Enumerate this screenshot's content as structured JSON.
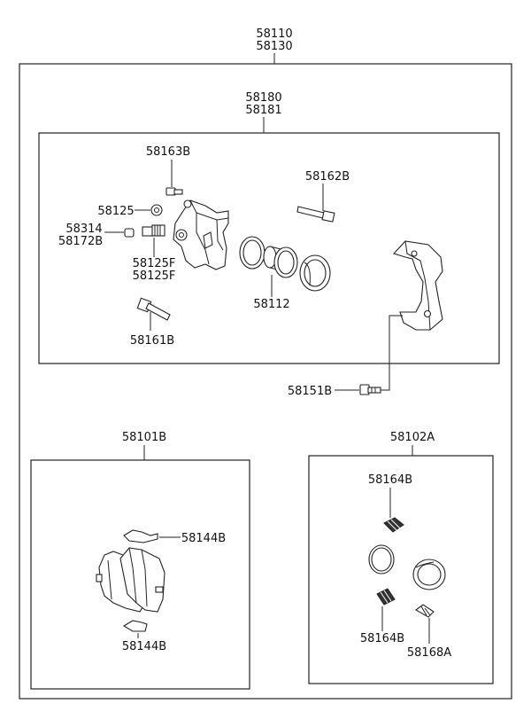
{
  "labels": {
    "assembly_a": "58110",
    "assembly_b": "58130",
    "caliper_a": "58180",
    "caliper_b": "58181",
    "p58163B": "58163B",
    "p58162B": "58162B",
    "p58125": "58125",
    "p58314": "58314",
    "p58172B": "58172B",
    "p58125F_a": "58125F",
    "p58125F_b": "58125F",
    "p58112": "58112",
    "p58161B": "58161B",
    "p58151B": "58151B",
    "pads": "58101B",
    "p58144B_top": "58144B",
    "p58144B_bot": "58144B",
    "kit": "58102A",
    "p58164B_top": "58164B",
    "p58164B_bot": "58164B",
    "p58168A": "58168A"
  }
}
